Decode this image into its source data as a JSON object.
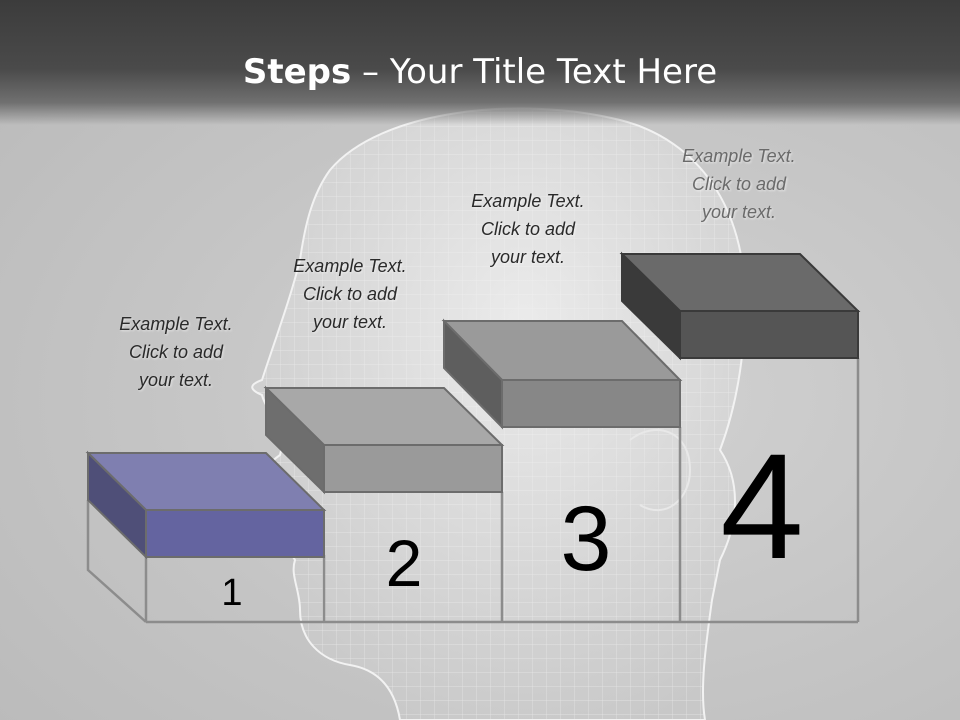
{
  "title": {
    "bold": "Steps",
    "rest": " – Your Title Text Here"
  },
  "steps": [
    {
      "number": "1",
      "lines": [
        "Example Text.",
        "Click  to add",
        "your text."
      ],
      "color": "#6a6aa0"
    },
    {
      "number": "2",
      "lines": [
        "Example Text.",
        "Click  to add",
        "your text."
      ],
      "color": "#9a9a9a"
    },
    {
      "number": "3",
      "lines": [
        "Example Text.",
        "Click  to add",
        "your text."
      ],
      "color": "#8a8a8a"
    },
    {
      "number": "4",
      "lines": [
        "Example Text.",
        "Click  to add",
        "your text."
      ],
      "color": "#5a5a5a"
    }
  ]
}
